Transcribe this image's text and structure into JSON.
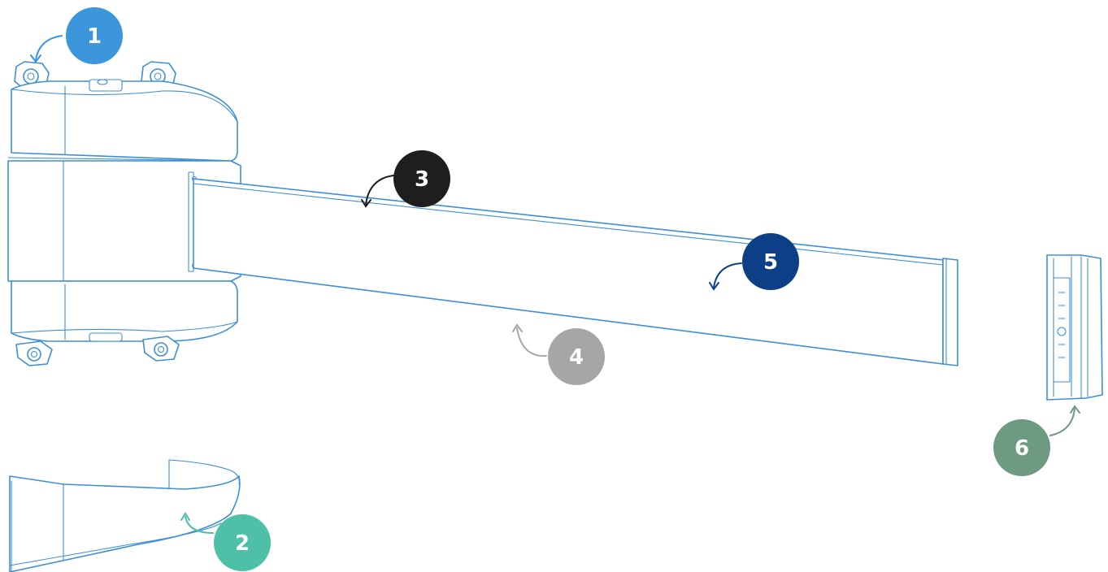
{
  "callouts": [
    {
      "label": "1",
      "color": "#3b96db"
    },
    {
      "label": "2",
      "color": "#4ec0a8"
    },
    {
      "label": "3",
      "color": "#1e1e1e"
    },
    {
      "label": "4",
      "color": "#a6a6a6"
    },
    {
      "label": "5",
      "color": "#0c3f86"
    },
    {
      "label": "6",
      "color": "#6e9a82"
    }
  ],
  "line_color": "#3d8fd6"
}
